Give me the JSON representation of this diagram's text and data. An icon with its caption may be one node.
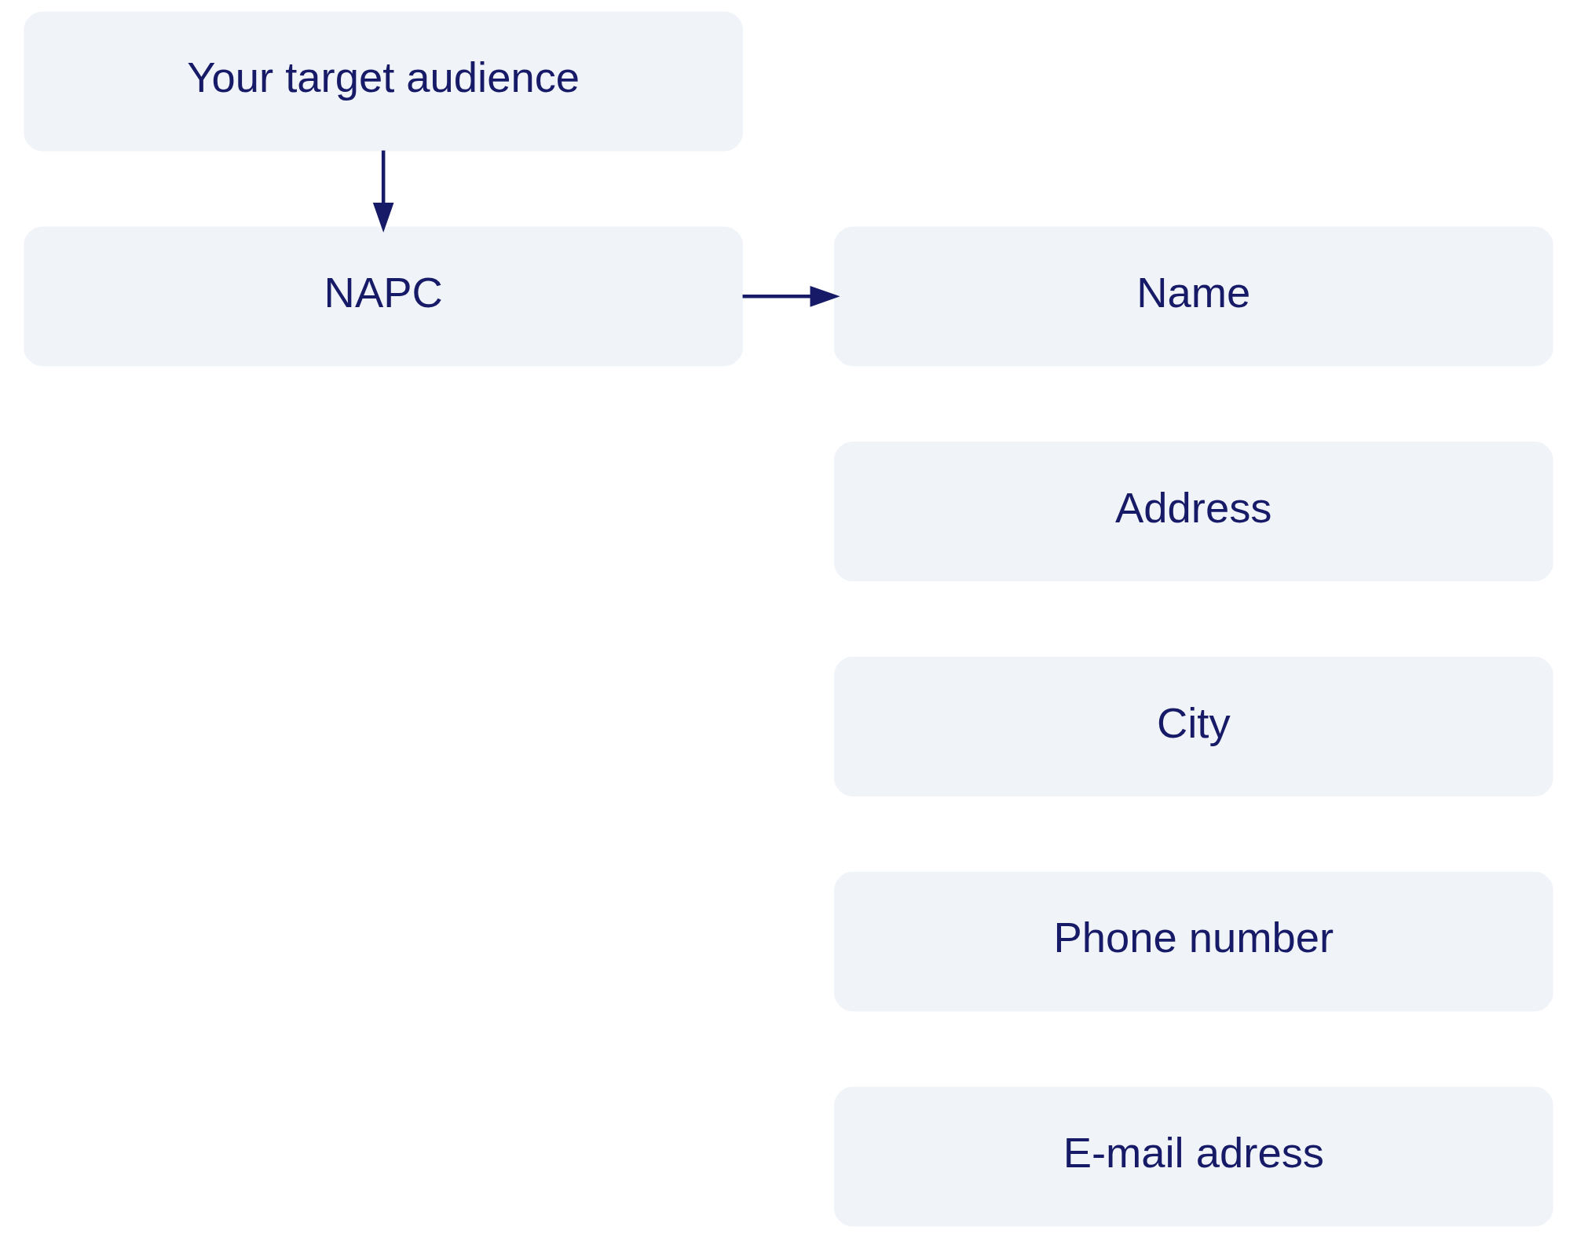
{
  "diagram": {
    "nodes": [
      {
        "text": [
          "Your target audience"
        ]
      },
      {
        "text": [
          "NAPC"
        ]
      },
      {
        "text": [
          "Name"
        ]
      },
      {
        "text": [
          "Address"
        ]
      },
      {
        "text": [
          "City"
        ]
      },
      {
        "text": [
          "Phone number"
        ]
      },
      {
        "text": [
          "E-mail adress"
        ]
      }
    ],
    "edges": [
      {
        "from": 0,
        "to": 1,
        "arrow": "to"
      },
      {
        "from": 1,
        "to": 2,
        "arrow": "to"
      }
    ]
  }
}
